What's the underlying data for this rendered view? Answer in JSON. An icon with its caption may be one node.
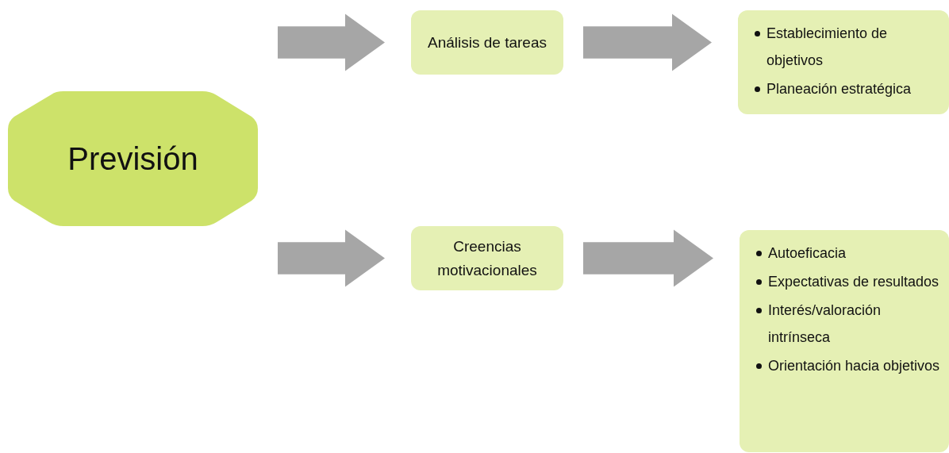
{
  "diagram": {
    "nodes": [
      {
        "text": [
          "Previsión"
        ]
      },
      {
        "text": [
          "Análisis de tareas"
        ]
      },
      {
        "text": [
          "Establecimiento de objetivos",
          "Planeación estratégica"
        ]
      },
      {
        "text": [
          "Creencias motivacionales"
        ]
      },
      {
        "text": [
          "Autoeficacia",
          "Expectativas de resultados",
          "Interés/valoración intrínseca",
          "Orientación hacia objetivos"
        ]
      }
    ],
    "edges": [
      {
        "from": 0,
        "to": 1,
        "arrow": "to",
        "style": "thick"
      },
      {
        "from": 1,
        "to": 2,
        "arrow": "to",
        "style": "thick"
      },
      {
        "from": 0,
        "to": 3,
        "arrow": "to",
        "style": "thick"
      },
      {
        "from": 3,
        "to": 4,
        "arrow": "to",
        "style": "thick"
      }
    ]
  }
}
